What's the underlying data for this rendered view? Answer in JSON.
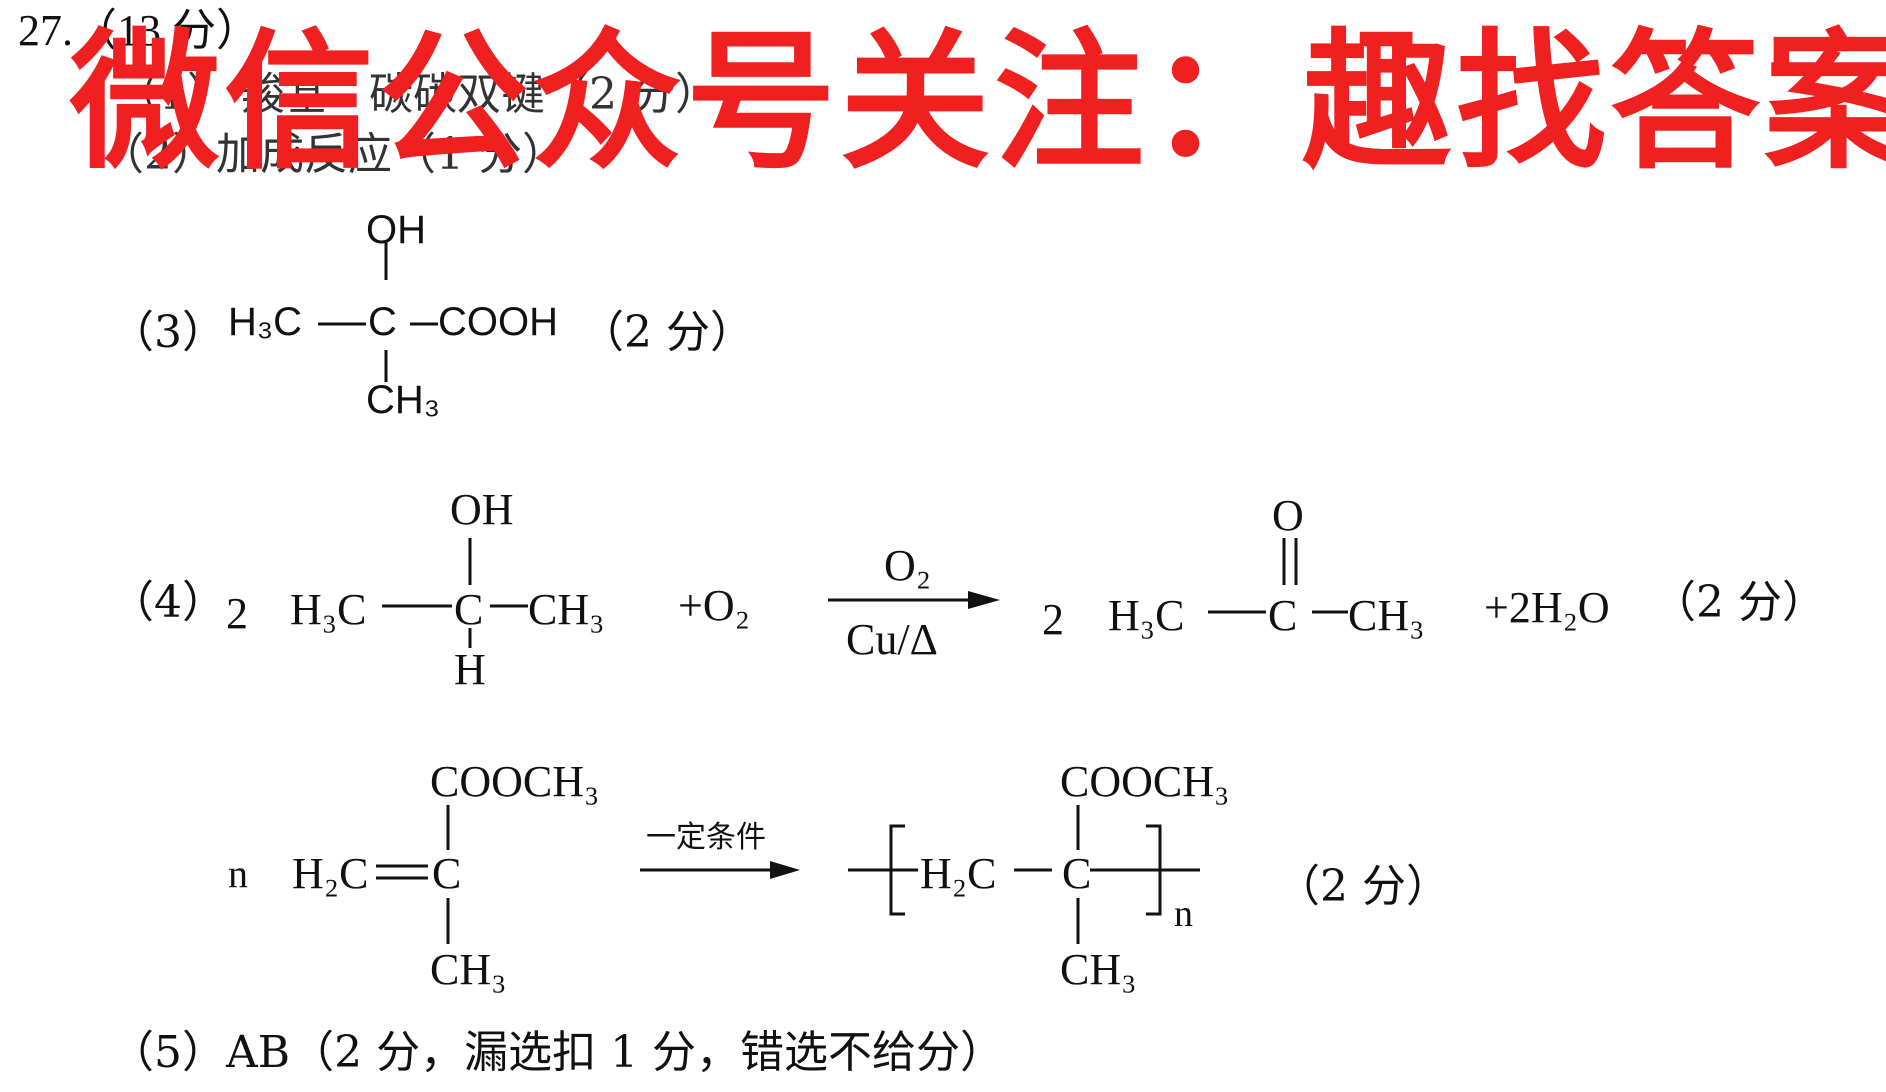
{
  "header": "27.（13 分）",
  "watermark": "微信公众号关注：趣找答案",
  "q1": {
    "num": "（1）",
    "text1": "羧基",
    "text2": "碳碳双键",
    "score": "（2 分）"
  },
  "q2": {
    "num": "（2）",
    "text": "加成反应",
    "score": "（1 分）"
  },
  "q3": {
    "num": "（3）",
    "oh": "OH",
    "h3c": "H₃C",
    "c": "C",
    "cooh": "COOH",
    "ch3": "CH₃",
    "score": "（2 分）"
  },
  "q4": {
    "num": "（4）",
    "coef1": "2",
    "oh": "OH",
    "h3c": "H₃C",
    "c": "C",
    "ch3": "CH₃",
    "h": "H",
    "plus_o2": "+O₂",
    "arrow_top": "O₂",
    "arrow_bottom": "Cu/Δ",
    "coef2": "2",
    "o": "O",
    "h3c_2": "H₃C",
    "c_2": "C",
    "ch3_2": "CH₃",
    "plus_h2o": "+2H₂O",
    "score": "（2 分）"
  },
  "q4b": {
    "n": "n",
    "cooch3": "COOCH₃",
    "h2c": "H₂C",
    "c": "C",
    "ch3": "CH₃",
    "arrow_top": "一定条件",
    "cooch3_p": "COOCH₃",
    "h2c_p": "H₂C",
    "c_p": "C",
    "ch3_p": "CH₃",
    "n_sub": "n",
    "score": "（2 分）"
  },
  "q5": {
    "num": "（5）",
    "text": "AB（2 分，漏选扣 1 分，错选不给分）"
  }
}
